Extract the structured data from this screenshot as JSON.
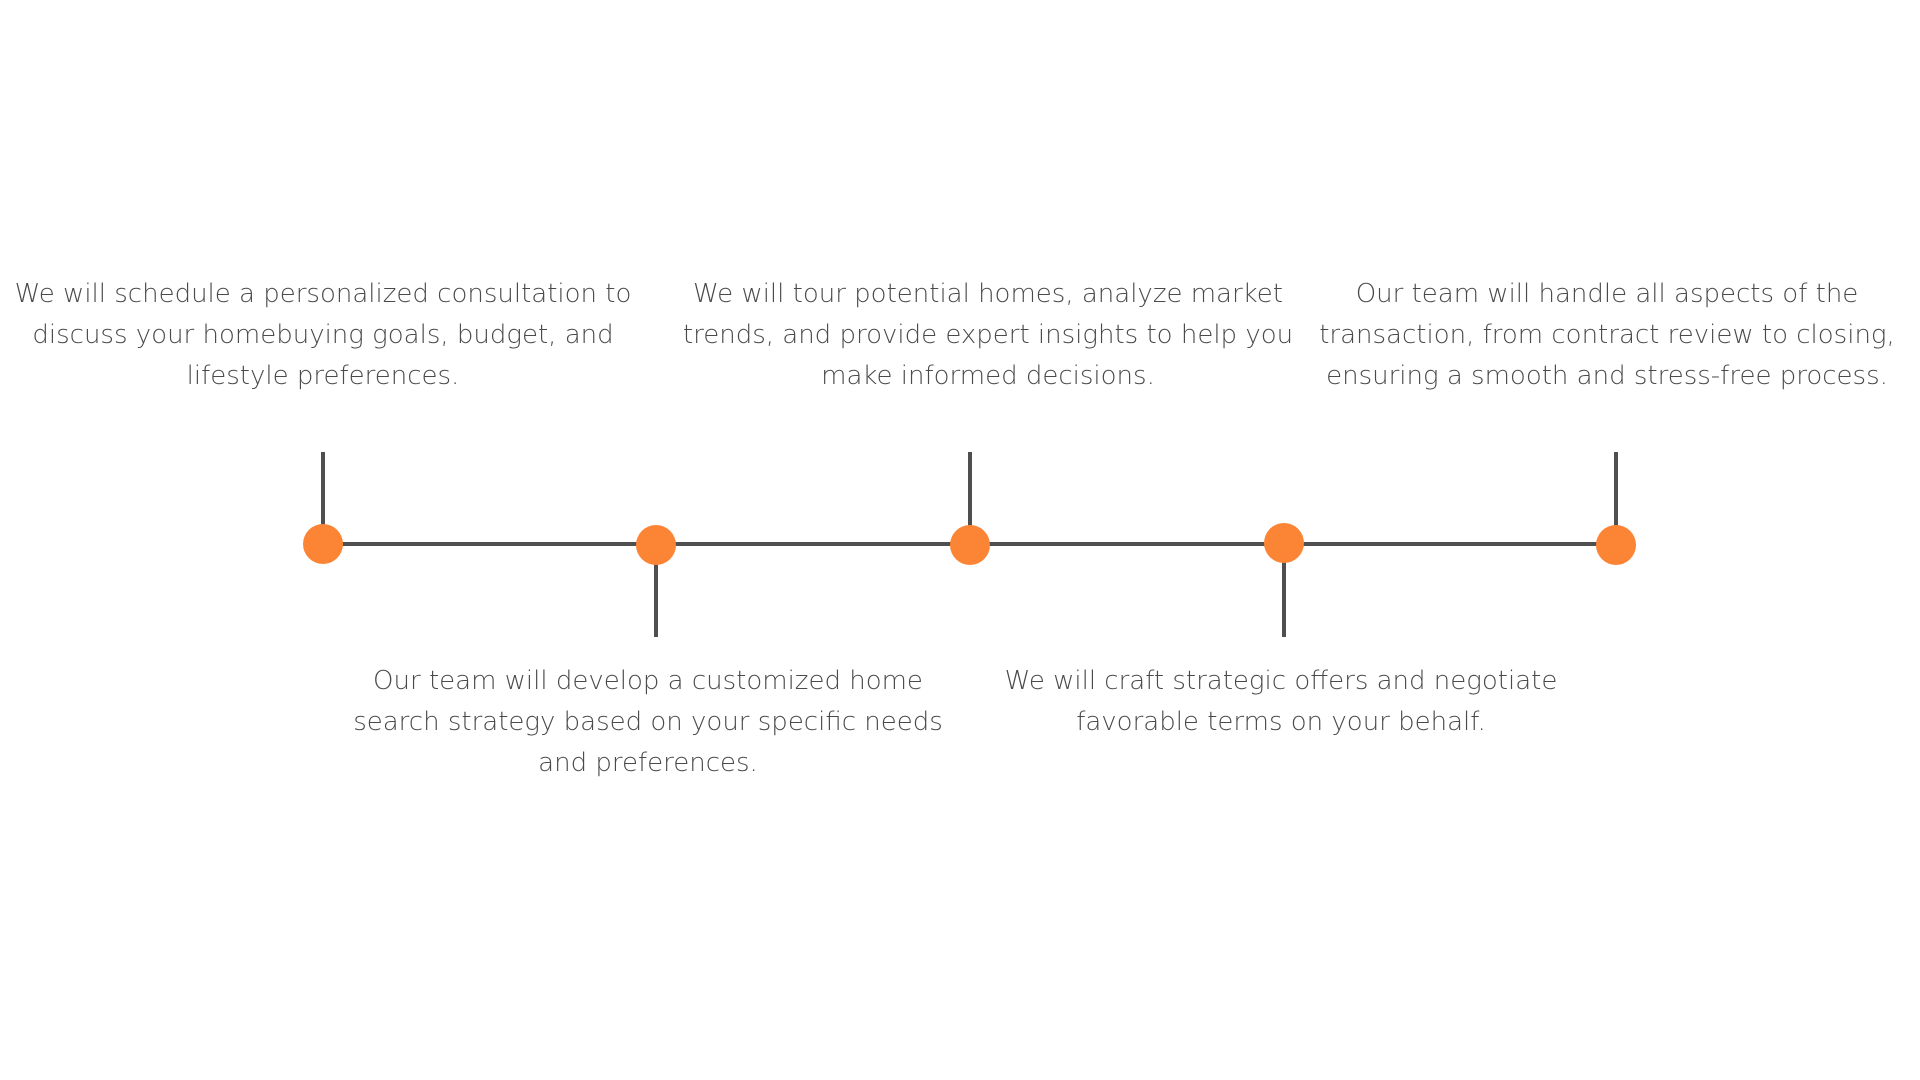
{
  "colors": {
    "node": "#fb8535",
    "line": "#4f4f4f",
    "text": "#4a4a4a",
    "background": "#ffffff"
  },
  "steps": [
    {
      "position": "above",
      "text": "We will schedule a personalized consultation to discuss your homebuying goals, budget, and lifestyle preferences."
    },
    {
      "position": "below",
      "text": "Our team will develop a customized home search strategy based on your specific needs and preferences."
    },
    {
      "position": "above",
      "text": "We will tour potential homes, analyze market trends, and provide expert insights to help you make informed decisions."
    },
    {
      "position": "below",
      "text": "We will craft strategic offers and negotiate favorable terms on your behalf."
    },
    {
      "position": "above",
      "text": "Our team will handle all aspects of the transaction, from contract review to closing, ensuring a smooth and stress-free process."
    }
  ]
}
